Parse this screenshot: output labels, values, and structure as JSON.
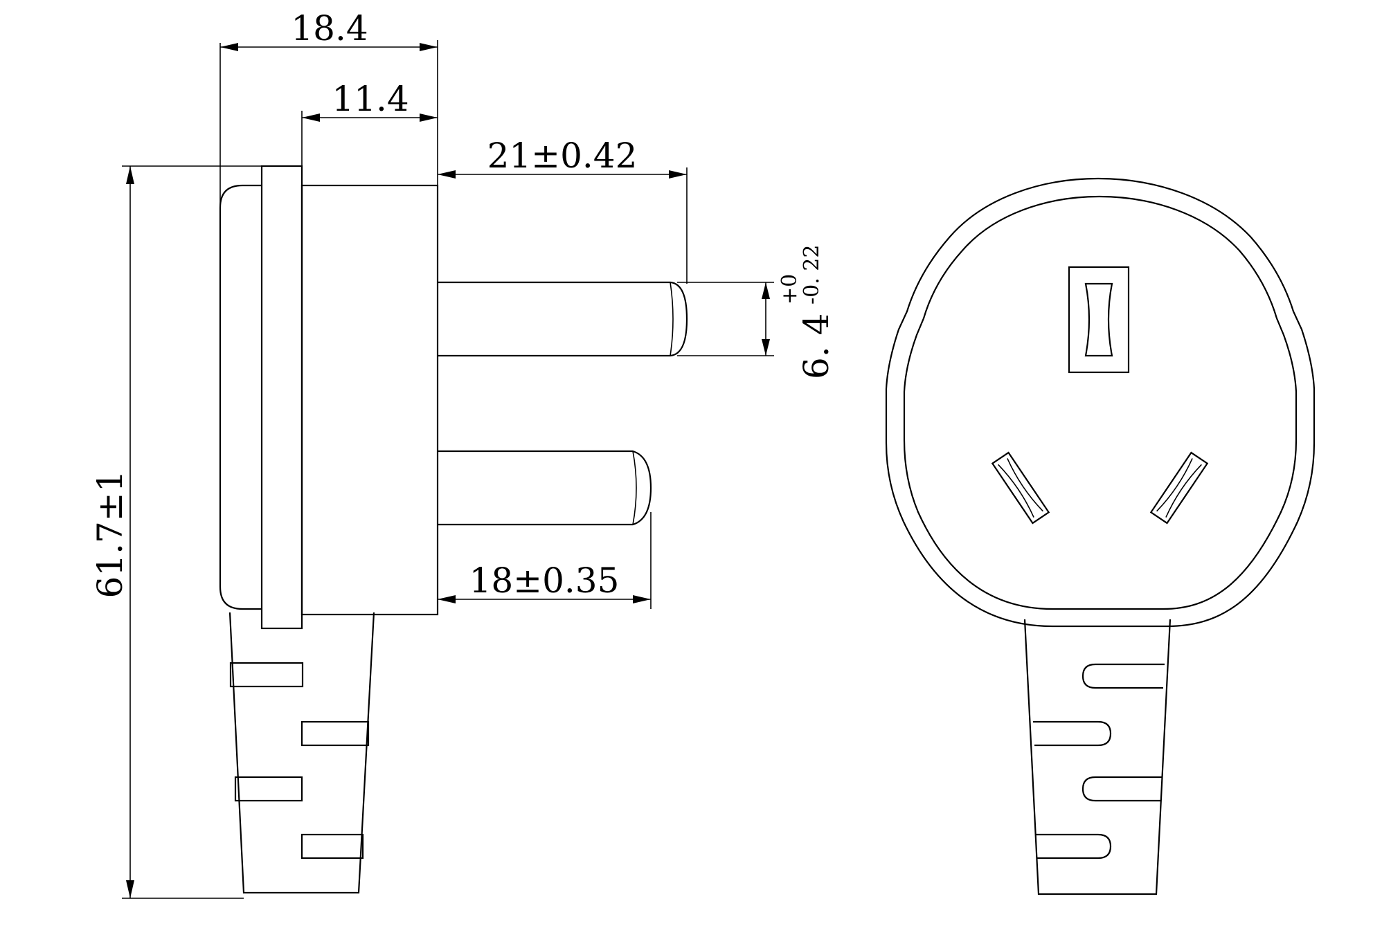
{
  "drawing": {
    "side_view": {
      "dimensions": {
        "overall_width": "18.4",
        "body_width": "11.4",
        "upper_pin_length": "21±0.42",
        "lower_pin_length": "18±0.35",
        "overall_height": "61.7±1"
      },
      "pin_thickness": {
        "nominal": "6. 4",
        "upper_tolerance": "+0",
        "lower_tolerance": "-0. 22"
      }
    },
    "front_view": {}
  },
  "colors": {
    "line": "#000000",
    "background": "#ffffff"
  }
}
